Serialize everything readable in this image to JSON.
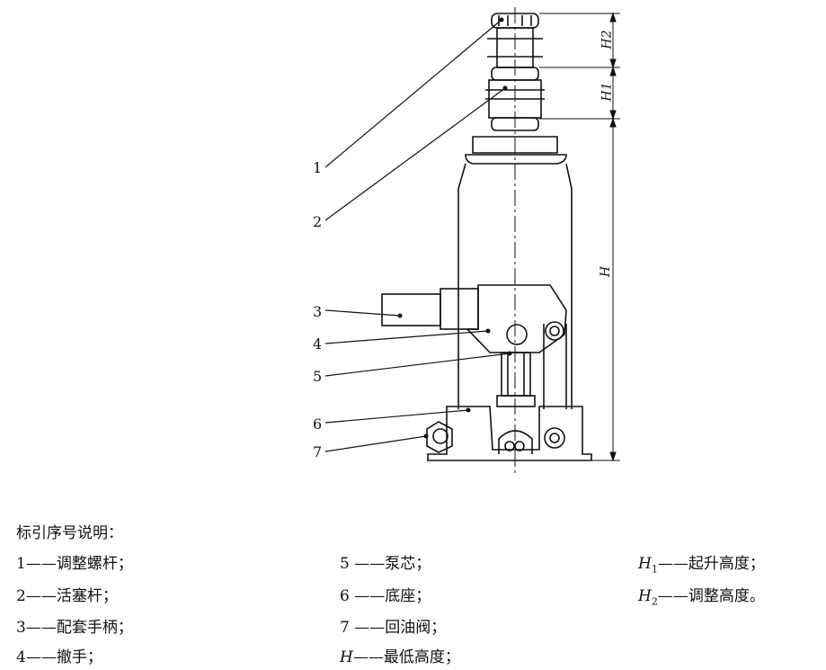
{
  "callouts": [
    "1",
    "2",
    "3",
    "4",
    "5",
    "6",
    "7"
  ],
  "dimensions": {
    "h2": "H2",
    "h1": "H1",
    "h": "H"
  },
  "legend": {
    "title": "标引序号说明：",
    "items": [
      {
        "key": "1",
        "sep": "——",
        "text": "调整螺杆；"
      },
      {
        "key": "2",
        "sep": "——",
        "text": "活塞杆；"
      },
      {
        "key": "3",
        "sep": "——",
        "text": "配套手柄；"
      },
      {
        "key": "4",
        "sep": "——",
        "text": "撤手；"
      },
      {
        "key": "5",
        "sep": " ——",
        "text": "泵芯；"
      },
      {
        "key": "6",
        "sep": " ——",
        "text": "底座；"
      },
      {
        "key": "7",
        "sep": " ——",
        "text": "回油阀；"
      },
      {
        "key": "H",
        "sep": "——",
        "text": "最低高度；"
      },
      {
        "key": "H",
        "sub": "1",
        "sep": "——",
        "text": "起升高度；"
      },
      {
        "key": "H",
        "sub": "2",
        "sep": "——",
        "text": "调整高度。"
      }
    ]
  }
}
